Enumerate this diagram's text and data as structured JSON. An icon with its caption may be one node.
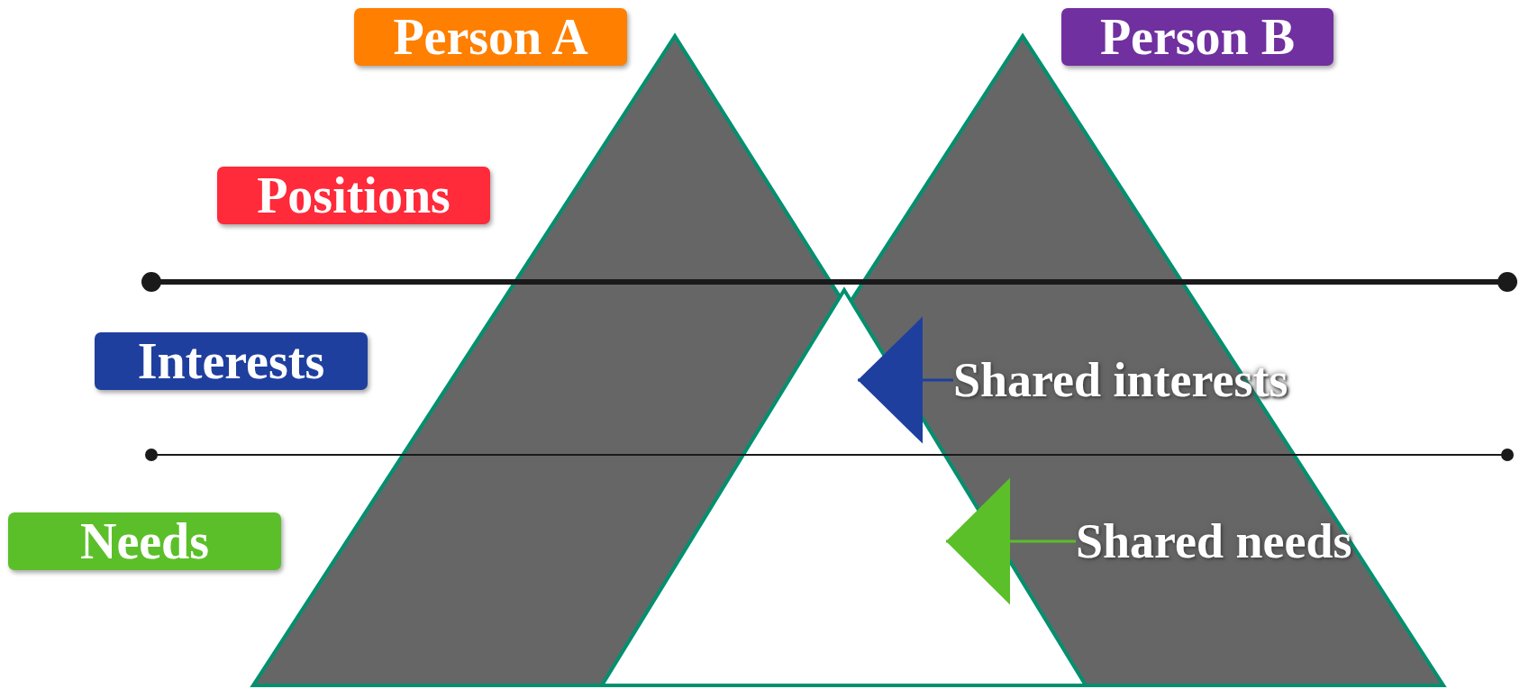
{
  "diagram": {
    "nodes": [
      {
        "text": [
          "Person A"
        ]
      },
      {
        "text": [
          "Person B"
        ]
      },
      {
        "text": [
          "Positions"
        ]
      },
      {
        "text": [
          "Interests"
        ]
      },
      {
        "text": [
          "Needs"
        ]
      },
      {
        "text": [
          "Shared interests"
        ]
      },
      {
        "text": [
          "Shared needs"
        ]
      }
    ],
    "edges": [
      {
        "from": 5,
        "to": null,
        "arrow": "to",
        "color": "#1f3f9f"
      },
      {
        "from": 6,
        "to": null,
        "arrow": "to",
        "color": "#5bbf2a"
      }
    ]
  }
}
